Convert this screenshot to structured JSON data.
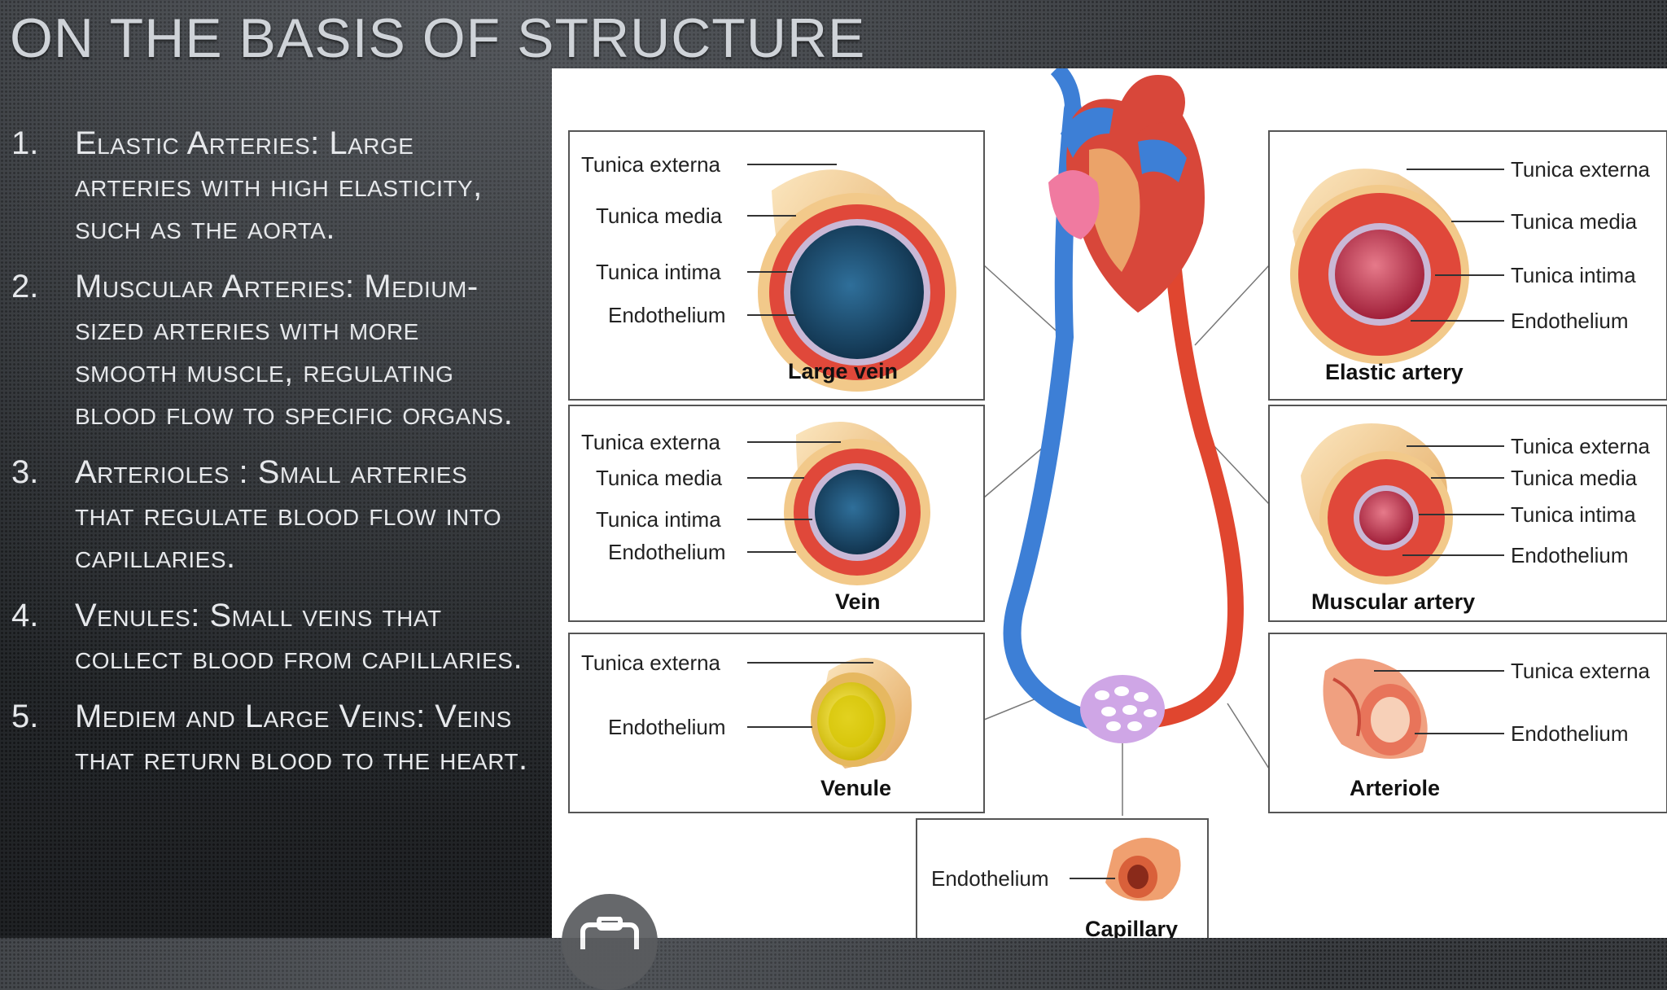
{
  "slide": {
    "title": "ON THE BASIS OF STRUCTURE",
    "items": [
      {
        "num": "1.",
        "text": "Elastic Arteries: Large arteries with high elasticity, such as the aorta."
      },
      {
        "num": "2.",
        "text": "Muscular Arteries: Medium-sized arteries with more smooth muscle, regulating blood flow to specific organs."
      },
      {
        "num": "3.",
        "text": "Arterioles :  Small arteries that regulate blood flow into capillaries."
      },
      {
        "num": "4.",
        "text": "Venules: Small veins that collect blood from capillaries."
      },
      {
        "num": "5.",
        "text": "Mediem and Large Veins: Veins that return blood to the heart."
      }
    ]
  },
  "diagram": {
    "large_vein": {
      "caption": "Large vein",
      "labels": [
        "Tunica externa",
        "Tunica media",
        "Tunica intima",
        "Endothelium"
      ]
    },
    "vein": {
      "caption": "Vein",
      "labels": [
        "Tunica externa",
        "Tunica media",
        "Tunica intima",
        "Endothelium"
      ]
    },
    "venule": {
      "caption": "Venule",
      "labels": [
        "Tunica externa",
        "Endothelium"
      ]
    },
    "elastic_artery": {
      "caption": "Elastic artery",
      "labels": [
        "Tunica externa",
        "Tunica media",
        "Tunica intima",
        "Endothelium"
      ]
    },
    "muscular_artery": {
      "caption": "Muscular artery",
      "labels": [
        "Tunica externa",
        "Tunica media",
        "Tunica intima",
        "Endothelium"
      ]
    },
    "arteriole": {
      "caption": "Arteriole",
      "labels": [
        "Tunica externa",
        "Endothelium"
      ]
    },
    "capillary": {
      "caption": "Capillary",
      "labels": [
        "Endothelium"
      ]
    }
  },
  "colors": {
    "vein_blue": "#3d7fd6",
    "artery_red": "#e0462f",
    "tunica_media_red": "#e0483a",
    "externa_tan": "#f3cf95",
    "background": "#2c2f33",
    "text": "#e6e8eb"
  },
  "icons": {
    "camera_button": "camera-icon"
  }
}
